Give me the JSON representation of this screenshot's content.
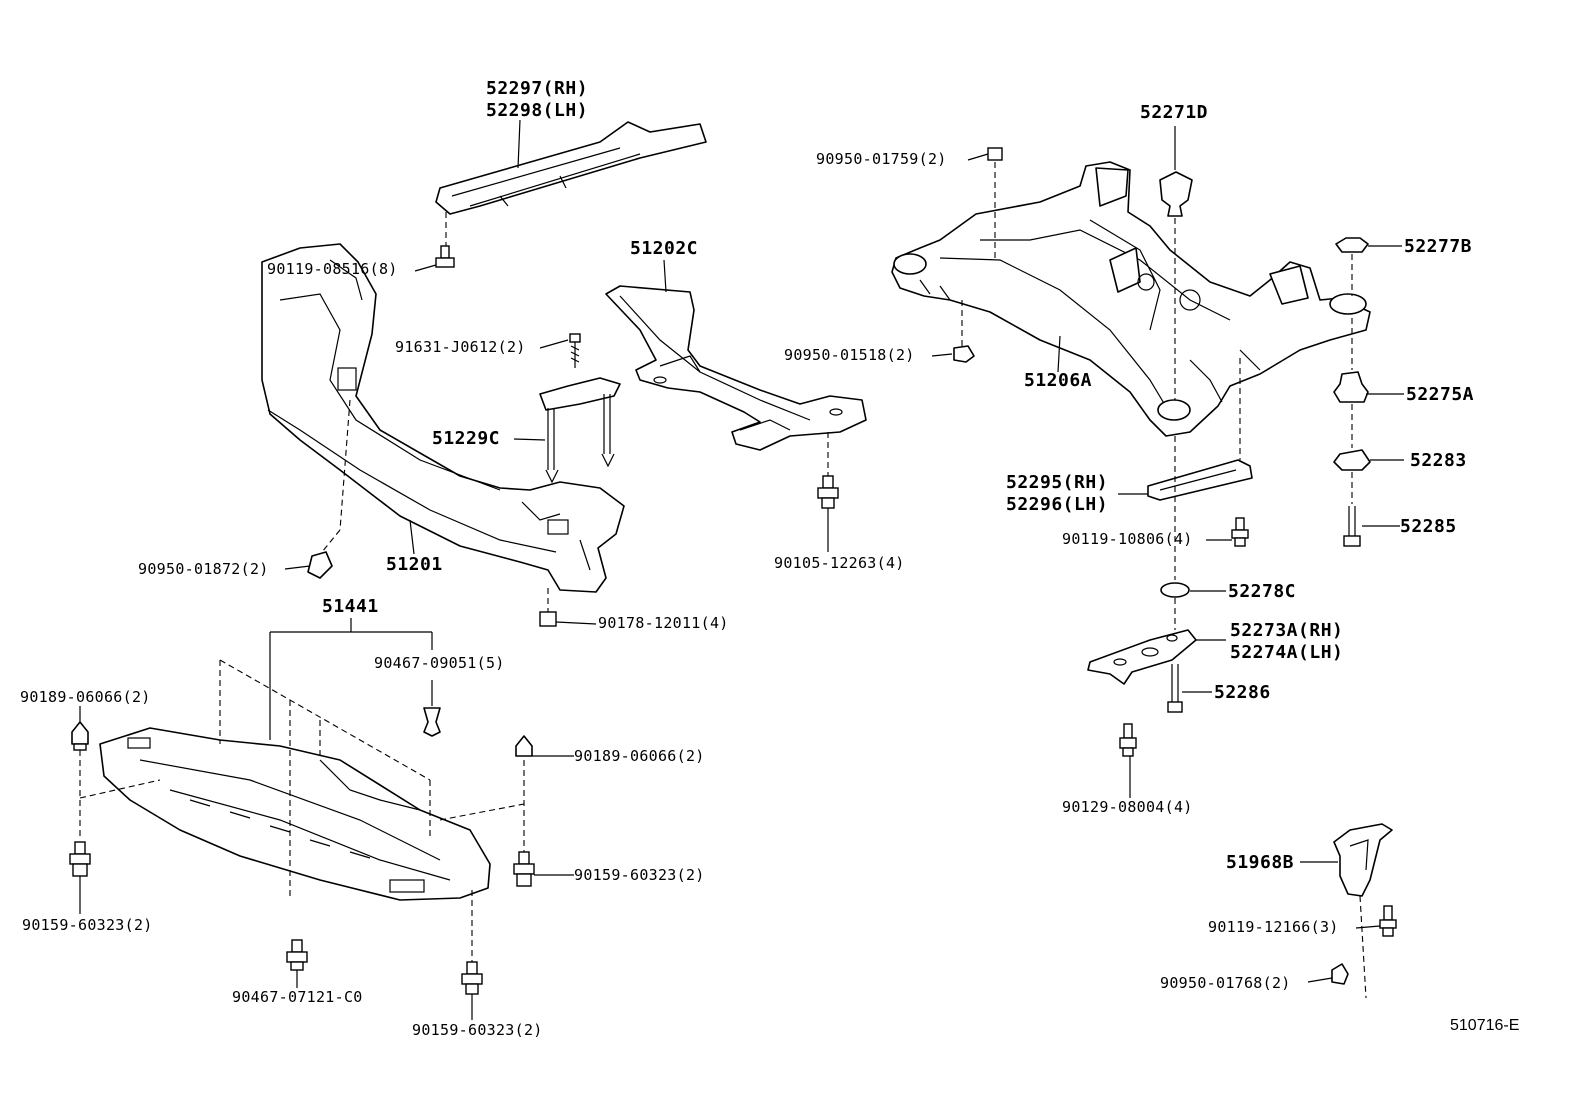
{
  "labels": {
    "p52297": "52297(RH)",
    "p52298": "52298(LH)",
    "p90119_08516": "90119-08516(8)",
    "p51202c": "51202C",
    "p91631": "91631-J0612(2)",
    "p51229c": "51229C",
    "p90950_01872": "90950-01872(2)",
    "p51201": "51201",
    "p90105": "90105-12263(4)",
    "p90178": "90178-12011(4)",
    "p51441": "51441",
    "p90467_09051": "90467-09051(5)",
    "p90189_left": "90189-06066(2)",
    "p90189_right": "90189-06066(2)",
    "p90159_left": "90159-60323(2)",
    "p90159_right": "90159-60323(2)",
    "p90159_bottom": "90159-60323(2)",
    "p90467_07121": "90467-07121-C0",
    "p52271d": "52271D",
    "p90950_01759": "90950-01759(2)",
    "p52277b": "52277B",
    "p90950_01518": "90950-01518(2)",
    "p51206a": "51206A",
    "p52275a": "52275A",
    "p52283": "52283",
    "p52295": "52295(RH)",
    "p52296": "52296(LH)",
    "p52285": "52285",
    "p90119_10806": "90119-10806(4)",
    "p52278c": "52278C",
    "p52273a": "52273A(RH)",
    "p52274a": "52274A(LH)",
    "p52286": "52286",
    "p90129": "90129-08004(4)",
    "p51968b": "51968B",
    "p90119_12166": "90119-12166(3)",
    "p90950_01768": "90950-01768(2)",
    "diagram_code": "510716-E"
  }
}
